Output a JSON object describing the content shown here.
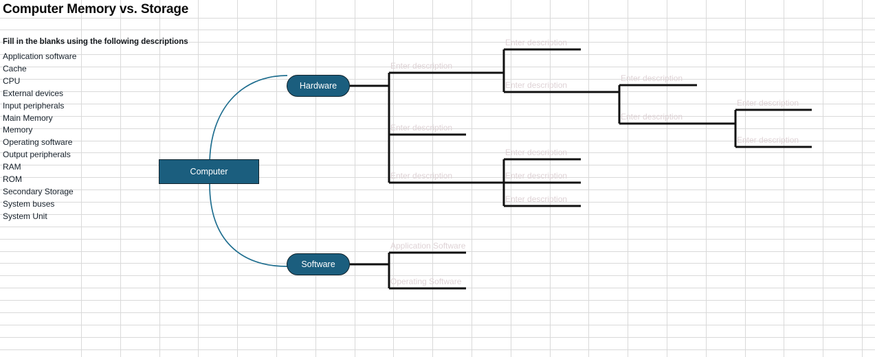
{
  "title": "Computer Memory vs. Storage",
  "descriptions": {
    "heading": "Fill in the blanks using the following descriptions",
    "items": [
      "Application software",
      "Cache",
      "CPU",
      "External devices",
      "Input peripherals",
      "Main Memory",
      "Memory",
      "Operating software",
      "Output peripherals",
      "RAM",
      "ROM",
      "Secondary Storage",
      "System buses",
      "System Unit"
    ]
  },
  "colors": {
    "node_fill": "#1b5e7e",
    "node_border": "#10222b",
    "node_text": "#ffffff",
    "connector_curve": "#1f6e8f",
    "branch_line": "#111111",
    "placeholder_text": "#ded2d5",
    "grid_line": "#d9d9d9",
    "title_text": "#0b0b0b"
  },
  "nodes": {
    "root": "Computer",
    "hardware": "Hardware",
    "software": "Software"
  },
  "branches": {
    "placeholder": "Enter description",
    "hardware_level1": [
      {
        "label": "Enter description"
      },
      {
        "label": "Enter description"
      },
      {
        "label": "Enter description"
      }
    ],
    "hardware_level2_top": [
      {
        "label": "Enter description"
      },
      {
        "label": "Enter description"
      }
    ],
    "hardware_level2_bottom": [
      {
        "label": "Enter description"
      },
      {
        "label": "Enter description"
      },
      {
        "label": "Enter description"
      }
    ],
    "hardware_level3": [
      {
        "label": "Enter description"
      },
      {
        "label": "Enter description"
      }
    ],
    "hardware_level4": [
      {
        "label": "Enter description"
      },
      {
        "label": "Enter description"
      }
    ],
    "software_level1": [
      {
        "label": "Application Software"
      },
      {
        "label": "Operating Software"
      }
    ]
  }
}
